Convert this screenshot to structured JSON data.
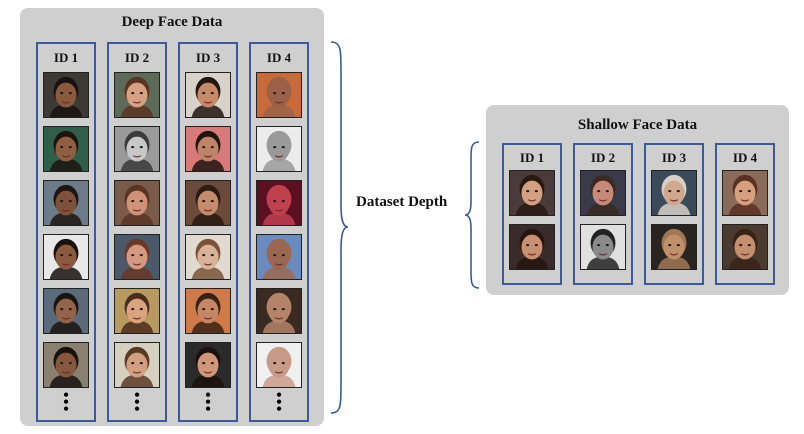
{
  "deep": {
    "title": "Deep Face Data",
    "columns": [
      {
        "label": "ID 1",
        "faces": [
          {
            "bg": "#3d3a36",
            "skin": "#8a5a3e",
            "hair": "#1a1210"
          },
          {
            "bg": "#2f5f4a",
            "skin": "#8f5f44",
            "hair": "#1b1410"
          },
          {
            "bg": "#6b7b8a",
            "skin": "#7e5238",
            "hair": "#1d1612"
          },
          {
            "bg": "#e8e8e8",
            "skin": "#8c5b3f",
            "hair": "#17120f"
          },
          {
            "bg": "#5a6a7a",
            "skin": "#93634a",
            "hair": "#1a1410"
          },
          {
            "bg": "#8a8070",
            "skin": "#86583e",
            "hair": "#18120f"
          }
        ]
      },
      {
        "label": "ID 2",
        "faces": [
          {
            "bg": "#5c6a58",
            "skin": "#d7a084",
            "hair": "#5a3322"
          },
          {
            "bg": "#9a9a9a",
            "skin": "#c8c8c8",
            "hair": "#3a3a3a"
          },
          {
            "bg": "#7a5a4a",
            "skin": "#d09276",
            "hair": "#5b3423"
          },
          {
            "bg": "#4a5a6a",
            "skin": "#d39a80",
            "hair": "#6a3826"
          },
          {
            "bg": "#b89a60",
            "skin": "#d8a37e",
            "hair": "#4c2c1c"
          },
          {
            "bg": "#d6d0c0",
            "skin": "#d2a080",
            "hair": "#5a3a26"
          }
        ]
      },
      {
        "label": "ID 3",
        "faces": [
          {
            "bg": "#d8d2ca",
            "skin": "#c68a6a",
            "hair": "#22160f"
          },
          {
            "bg": "#d97a7a",
            "skin": "#c08568",
            "hair": "#1f150f"
          },
          {
            "bg": "#6a4a3a",
            "skin": "#c58b6c",
            "hair": "#2a1a10"
          },
          {
            "bg": "#e0dad0",
            "skin": "#d9b29a",
            "hair": "#7a5238"
          },
          {
            "bg": "#d07a4a",
            "skin": "#c68766",
            "hair": "#3a2214"
          },
          {
            "bg": "#2a2a2a",
            "skin": "#d0967a",
            "hair": "#1a110c"
          }
        ]
      },
      {
        "label": "ID 4",
        "faces": [
          {
            "bg": "#c86a3a",
            "skin": "#9a6048",
            "hair": "#9a6048"
          },
          {
            "bg": "#ececec",
            "skin": "#9a9a9a",
            "hair": "#9a9a9a"
          },
          {
            "bg": "#5a1020",
            "skin": "#c04050",
            "hair": "#c04050"
          },
          {
            "bg": "#6a8ac0",
            "skin": "#9a6850",
            "hair": "#9a6850"
          },
          {
            "bg": "#3a2a22",
            "skin": "#b4846a",
            "hair": "#b4846a"
          },
          {
            "bg": "#f0f0f0",
            "skin": "#c89a88",
            "hair": "#c89a88"
          }
        ]
      }
    ]
  },
  "shallow": {
    "title": "Shallow Face Data",
    "columns": [
      {
        "label": "ID 1",
        "faces": [
          {
            "bg": "#4a3a3a",
            "skin": "#d3a080",
            "hair": "#2a1810"
          },
          {
            "bg": "#3a2a2a",
            "skin": "#c89070",
            "hair": "#24150e"
          }
        ]
      },
      {
        "label": "ID 2",
        "faces": [
          {
            "bg": "#3a3a4a",
            "skin": "#c88a78",
            "hair": "#3a2a20"
          },
          {
            "bg": "#e0e0e0",
            "skin": "#8a8a8a",
            "hair": "#222222"
          }
        ]
      },
      {
        "label": "ID 3",
        "faces": [
          {
            "bg": "#3a4a5a",
            "skin": "#d0a890",
            "hair": "#d8d0c8"
          },
          {
            "bg": "#2a2420",
            "skin": "#c0906a",
            "hair": "#a07858"
          }
        ]
      },
      {
        "label": "ID 4",
        "faces": [
          {
            "bg": "#8a6a5a",
            "skin": "#d6a07e",
            "hair": "#5a3020"
          },
          {
            "bg": "#4a3a30",
            "skin": "#c48e70",
            "hair": "#3a2218"
          }
        ]
      }
    ]
  },
  "center_label": "Dataset Depth",
  "colors": {
    "panel": "#cfcfcf",
    "column_border": "#3b5a9a",
    "brace": "#3b5a9a"
  }
}
